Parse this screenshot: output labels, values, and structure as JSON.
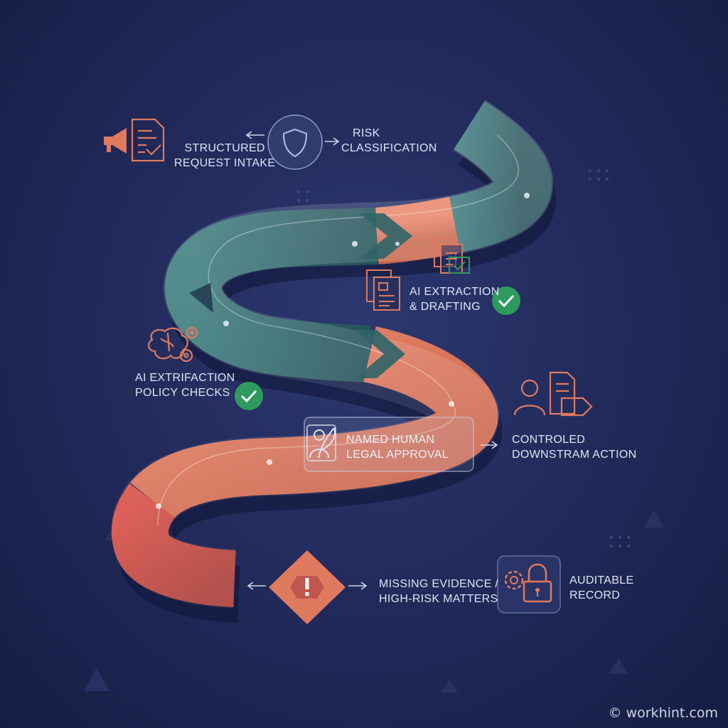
{
  "labels": {
    "intake": [
      "STRUCTURED",
      "REQUEST INTAKE"
    ],
    "risk": [
      "RISK",
      "CLASSIFICATION"
    ],
    "extraction": [
      "AI EXTRACTION",
      "& DRAFTING"
    ],
    "policy": [
      "AI EXTRIFACTION",
      "POLICY CHECKS"
    ],
    "approval": [
      "NAMED HUMAN",
      "LEGAL APPROVAL"
    ],
    "downstream": [
      "CONTROLED",
      "DOWNSTRAM ACTION"
    ],
    "missing": [
      "MISSING EVIDENCE /",
      "HIGH-RISK MATTERS"
    ],
    "audit": [
      "AUDITABLE",
      "RECORD"
    ]
  },
  "watermark": "© workhint.com",
  "colors": {
    "teal": "#2f6468",
    "coral": "#e07a5f",
    "red": "#d2574f",
    "check": "#2e9a5e",
    "background": "#1e2752"
  },
  "icons": [
    "megaphone-icon",
    "checklist-document-icon",
    "shield-icon",
    "documents-icon",
    "check-icon",
    "brain-gears-icon",
    "user-document-icon",
    "quill-signature-icon",
    "warning-icon",
    "gear-lock-icon"
  ]
}
